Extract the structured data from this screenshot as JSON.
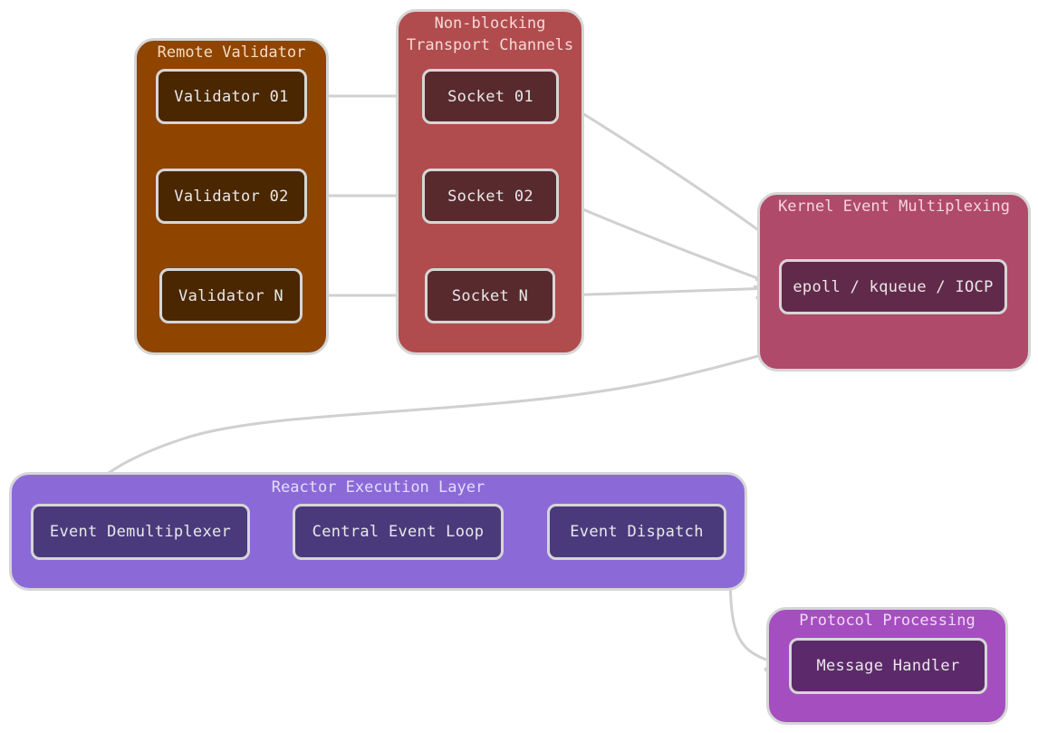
{
  "groups": {
    "remote_validator": {
      "label": "Remote Validator",
      "color": "#8f4400",
      "label_color": "#f3dcc2"
    },
    "transport": {
      "label": "Non-blocking\nTransport Channels",
      "color": "#b04c4d",
      "label_color": "#f6d8d8"
    },
    "kernel": {
      "label": "Kernel Event Multiplexing",
      "color": "#b04a6a",
      "label_color": "#f4d4e0"
    },
    "reactor": {
      "label": "Reactor Execution Layer",
      "color": "#8b6ad8",
      "label_color": "#e6dcfb"
    },
    "protocol": {
      "label": "Protocol Processing",
      "color": "#a54ec0",
      "label_color": "#f0d8f7"
    }
  },
  "nodes": {
    "validator_01": "Validator 01",
    "validator_02": "Validator 02",
    "validator_n": "Validator N",
    "socket_01": "Socket 01",
    "socket_02": "Socket 02",
    "socket_n": "Socket N",
    "epoll": "epoll / kqueue / IOCP",
    "demux": "Event Demultiplexer",
    "event_loop": "Central Event Loop",
    "dispatch": "Event Dispatch",
    "handler": "Message Handler"
  },
  "node_colors": {
    "validator": "#4a2700",
    "socket": "#582a2e",
    "kernel": "#622a4a",
    "reactor": "#4a3a7c",
    "protocol": "#5c2a6a",
    "border": "#d6d6d6",
    "text": "#e8e8e8"
  },
  "edge_color": "#d0d0d0",
  "edges": [
    {
      "from": "validator_01",
      "to": "socket_01"
    },
    {
      "from": "validator_02",
      "to": "socket_02"
    },
    {
      "from": "validator_n",
      "to": "socket_n"
    },
    {
      "from": "socket_01",
      "to": "epoll"
    },
    {
      "from": "socket_02",
      "to": "epoll"
    },
    {
      "from": "socket_n",
      "to": "epoll"
    },
    {
      "from": "epoll",
      "to": "demux"
    },
    {
      "from": "demux",
      "to": "event_loop"
    },
    {
      "from": "event_loop",
      "to": "dispatch"
    },
    {
      "from": "dispatch",
      "to": "handler"
    }
  ]
}
